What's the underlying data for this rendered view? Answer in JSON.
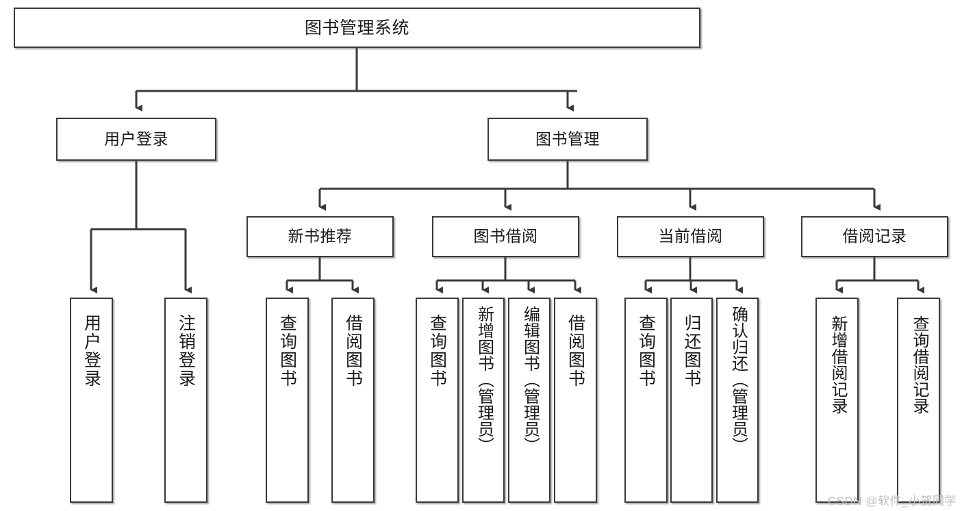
{
  "diagram": {
    "type": "tree-hierarchy",
    "title": "图书管理系统",
    "watermark": "CSDN @软件_小贺同学",
    "colors": {
      "box_border": "#3a3a3a",
      "box_fill": "#ffffff",
      "edge": "#3a3a3a",
      "text": "#1a1a1a",
      "watermark": "#b9bcc2"
    },
    "nodes": {
      "root": {
        "label": "图书管理系统",
        "level": 1,
        "orientation": "horizontal"
      },
      "user_login": {
        "label": "用户登录",
        "level": 2,
        "orientation": "horizontal"
      },
      "book_manage": {
        "label": "图书管理",
        "level": 2,
        "orientation": "horizontal"
      },
      "new_book_rec": {
        "label": "新书推荐",
        "level": 3,
        "orientation": "horizontal"
      },
      "book_borrow": {
        "label": "图书借阅",
        "level": 3,
        "orientation": "horizontal"
      },
      "current_borrow": {
        "label": "当前借阅",
        "level": 3,
        "orientation": "horizontal"
      },
      "borrow_record": {
        "label": "借阅记录",
        "level": 3,
        "orientation": "horizontal"
      },
      "leaf_user_login": {
        "label": "用户登录",
        "level": 4,
        "orientation": "vertical"
      },
      "leaf_logout": {
        "label": "注销登录",
        "level": 4,
        "orientation": "vertical"
      },
      "leaf_query_book_1": {
        "label": "查询图书",
        "level": 4,
        "orientation": "vertical"
      },
      "leaf_borrow_book_1": {
        "label": "借阅图书",
        "level": 4,
        "orientation": "vertical"
      },
      "leaf_query_book_2": {
        "label": "查询图书",
        "level": 4,
        "orientation": "vertical"
      },
      "leaf_add_book": {
        "label": "新增图书（管理员）",
        "level": 4,
        "orientation": "vertical"
      },
      "leaf_edit_book": {
        "label": "编辑图书（管理员）",
        "level": 4,
        "orientation": "vertical"
      },
      "leaf_borrow_book_2": {
        "label": "借阅图书",
        "level": 4,
        "orientation": "vertical"
      },
      "leaf_query_book_3": {
        "label": "查询图书",
        "level": 4,
        "orientation": "vertical"
      },
      "leaf_return_book": {
        "label": "归还图书",
        "level": 4,
        "orientation": "vertical"
      },
      "leaf_confirm_return": {
        "label": "确认归还（管理员）",
        "level": 4,
        "orientation": "vertical"
      },
      "leaf_add_record": {
        "label": "新增借阅记录",
        "level": 4,
        "orientation": "vertical"
      },
      "leaf_query_record": {
        "label": "查询借阅记录",
        "level": 4,
        "orientation": "vertical"
      }
    },
    "edges": [
      {
        "from": "root",
        "to": "user_login"
      },
      {
        "from": "root",
        "to": "book_manage"
      },
      {
        "from": "user_login",
        "to": "leaf_user_login"
      },
      {
        "from": "user_login",
        "to": "leaf_logout"
      },
      {
        "from": "book_manage",
        "to": "new_book_rec"
      },
      {
        "from": "book_manage",
        "to": "book_borrow"
      },
      {
        "from": "book_manage",
        "to": "current_borrow"
      },
      {
        "from": "book_manage",
        "to": "borrow_record"
      },
      {
        "from": "new_book_rec",
        "to": "leaf_query_book_1"
      },
      {
        "from": "new_book_rec",
        "to": "leaf_borrow_book_1"
      },
      {
        "from": "book_borrow",
        "to": "leaf_query_book_2"
      },
      {
        "from": "book_borrow",
        "to": "leaf_add_book"
      },
      {
        "from": "book_borrow",
        "to": "leaf_edit_book"
      },
      {
        "from": "book_borrow",
        "to": "leaf_borrow_book_2"
      },
      {
        "from": "current_borrow",
        "to": "leaf_query_book_3"
      },
      {
        "from": "current_borrow",
        "to": "leaf_return_book"
      },
      {
        "from": "current_borrow",
        "to": "leaf_confirm_return"
      },
      {
        "from": "borrow_record",
        "to": "leaf_add_record"
      },
      {
        "from": "borrow_record",
        "to": "leaf_query_record"
      }
    ]
  }
}
